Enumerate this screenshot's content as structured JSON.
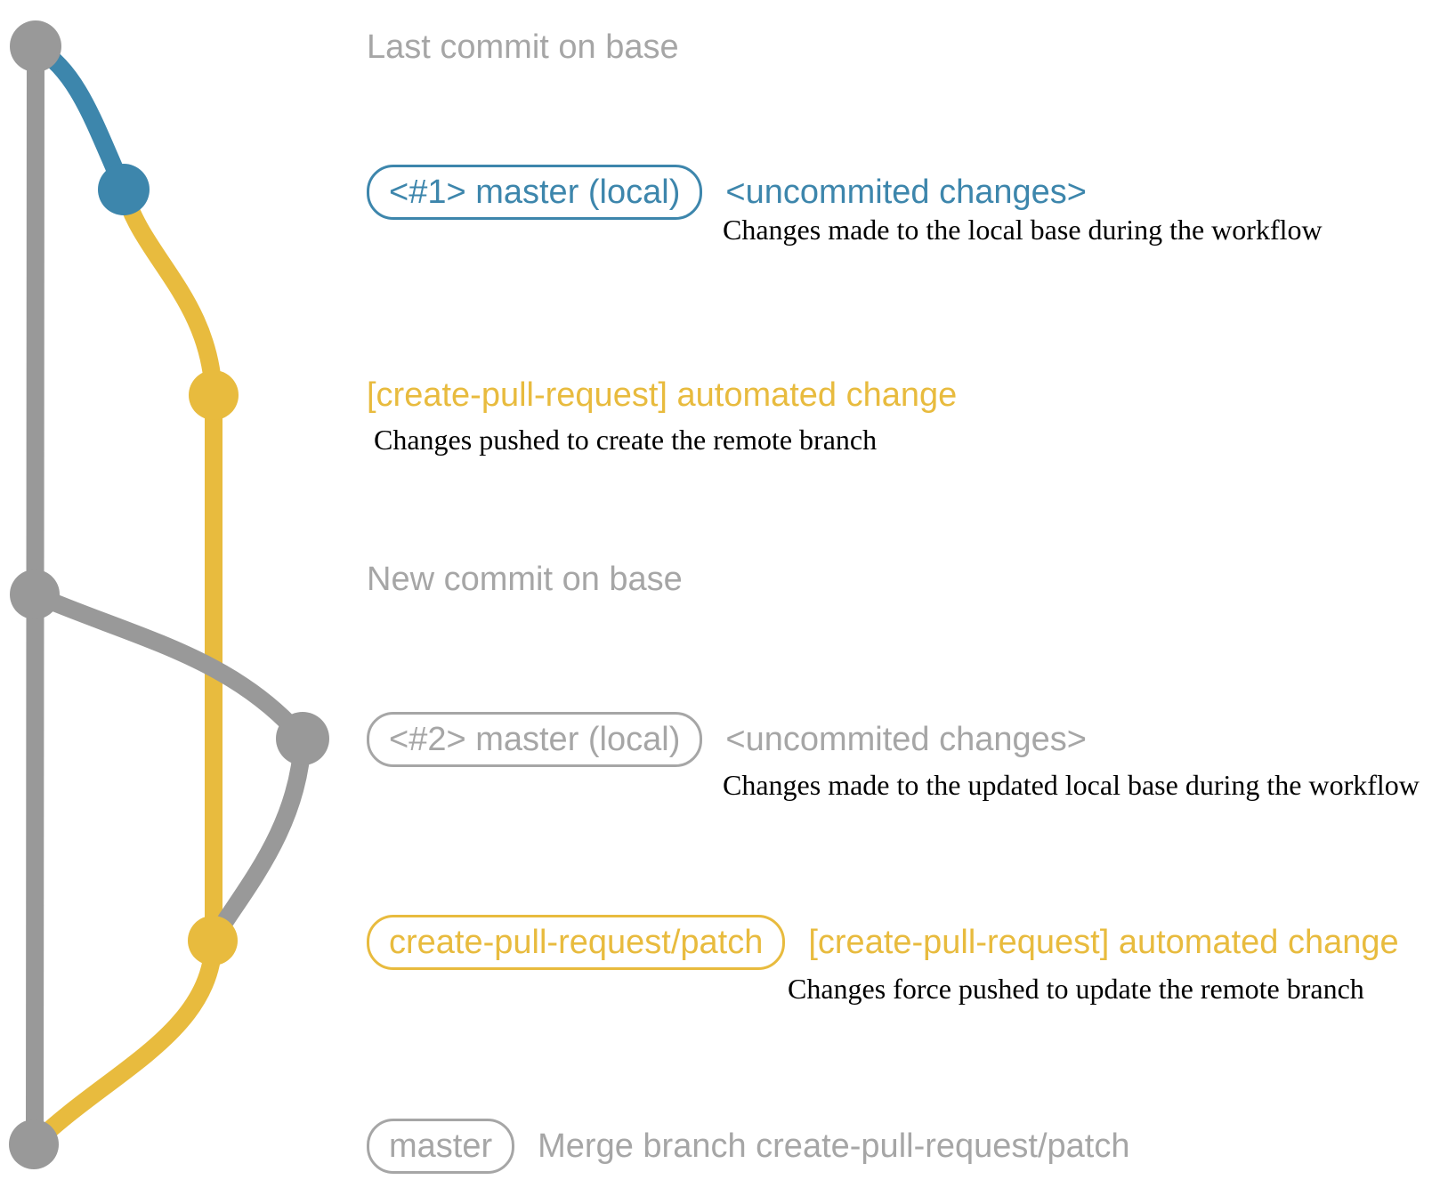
{
  "colors": {
    "gray_line": "#999999",
    "gray_text": "#a6a6a6",
    "blue": "#3d86ac",
    "yellow": "#e8bb3e",
    "caption": "#000000"
  },
  "graph": {
    "branches": [
      {
        "name": "base-branch",
        "color": "#999999"
      },
      {
        "name": "local-master",
        "color": "#3d86ac"
      },
      {
        "name": "create-pull-request-patch",
        "color": "#e8bb3e"
      }
    ],
    "commits": [
      {
        "id": "last-commit-on-base",
        "branch": "base-branch"
      },
      {
        "id": "uncommited-changes-1",
        "branch": "local-master"
      },
      {
        "id": "automated-change-1",
        "branch": "create-pull-request-patch"
      },
      {
        "id": "new-commit-on-base",
        "branch": "base-branch"
      },
      {
        "id": "uncommited-changes-2",
        "branch": "base-branch"
      },
      {
        "id": "automated-change-2",
        "branch": "create-pull-request-patch"
      },
      {
        "id": "merge-commit",
        "branch": "base-branch"
      }
    ]
  },
  "rows": {
    "last_commit": {
      "label": "Last commit on base"
    },
    "row1": {
      "badge": "<#1> master (local)",
      "title": "<uncommited changes>",
      "caption": "Changes made to the local base during the workflow"
    },
    "row2": {
      "title": "[create-pull-request] automated change",
      "caption": "Changes pushed to create the remote branch"
    },
    "new_commit": {
      "label": "New commit on base"
    },
    "row3": {
      "badge": "<#2> master (local)",
      "title": "<uncommited changes>",
      "caption": "Changes made to the updated local base during the workflow"
    },
    "row4": {
      "badge": "create-pull-request/patch",
      "title": "[create-pull-request] automated change",
      "caption": "Changes force pushed to update the remote branch"
    },
    "merge": {
      "badge": "master",
      "title": "Merge branch create-pull-request/patch"
    }
  }
}
